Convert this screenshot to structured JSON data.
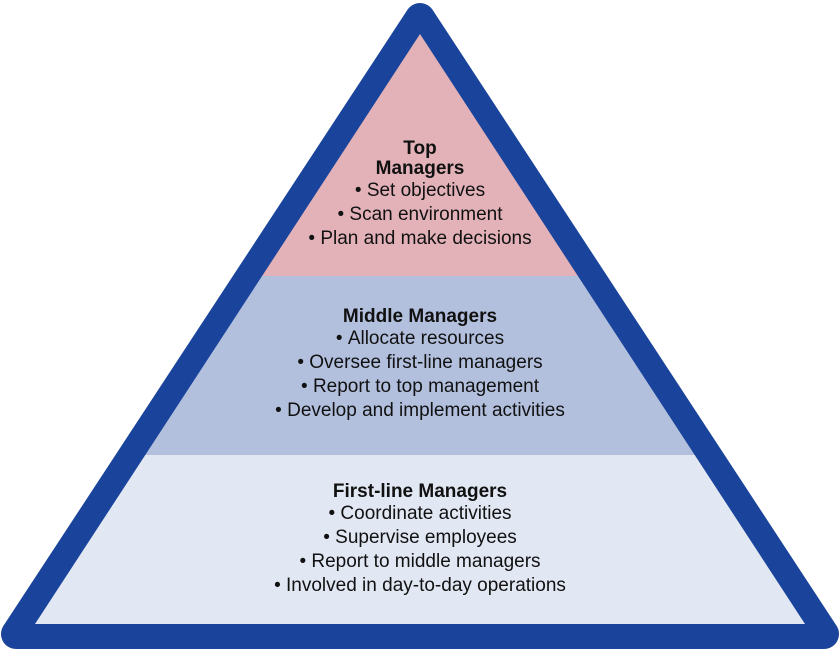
{
  "diagram": {
    "type": "pyramid",
    "colors": {
      "border": "#1A449B",
      "top_fill": "#E2B2B8",
      "middle_fill": "#B2C0DE",
      "bottom_fill": "#E1E7F3",
      "text": "#111111"
    },
    "tiers": [
      {
        "title_line1": "Top",
        "title_line2": "Managers",
        "items": [
          "Set objectives",
          "Scan environment",
          "Plan and make decisions"
        ]
      },
      {
        "title": "Middle Managers",
        "items": [
          "Allocate resources",
          "Oversee first-line managers",
          "Report to top management",
          "Develop and implement activities"
        ]
      },
      {
        "title": "First-line Managers",
        "items": [
          "Coordinate activities",
          "Supervise employees",
          "Report to middle managers",
          "Involved in day-to-day operations"
        ]
      }
    ]
  }
}
